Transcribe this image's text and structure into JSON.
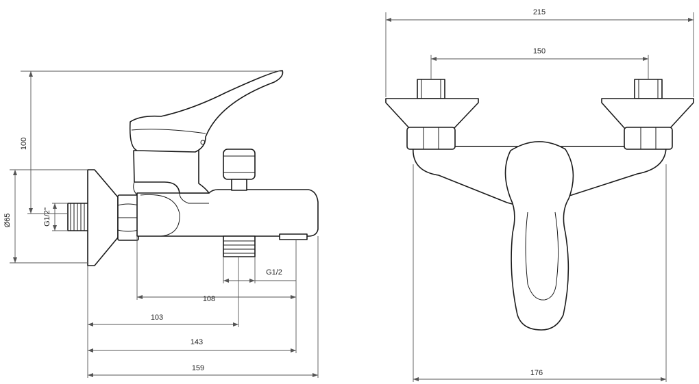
{
  "side_view": {
    "dimensions": {
      "height_lever": "100",
      "wall_flange_diameter": "Ø65",
      "inlet_thread": "G1/2\"",
      "outlet_thread": "G1/2",
      "length_108": "108",
      "length_103": "103",
      "length_143": "143",
      "length_159": "159"
    }
  },
  "front_view": {
    "dimensions": {
      "overall_width": "215",
      "inlet_spacing": "150",
      "body_width": "176"
    }
  },
  "colors": {
    "line": "#1a1a1a",
    "dimension": "#555555",
    "background": "#ffffff"
  }
}
